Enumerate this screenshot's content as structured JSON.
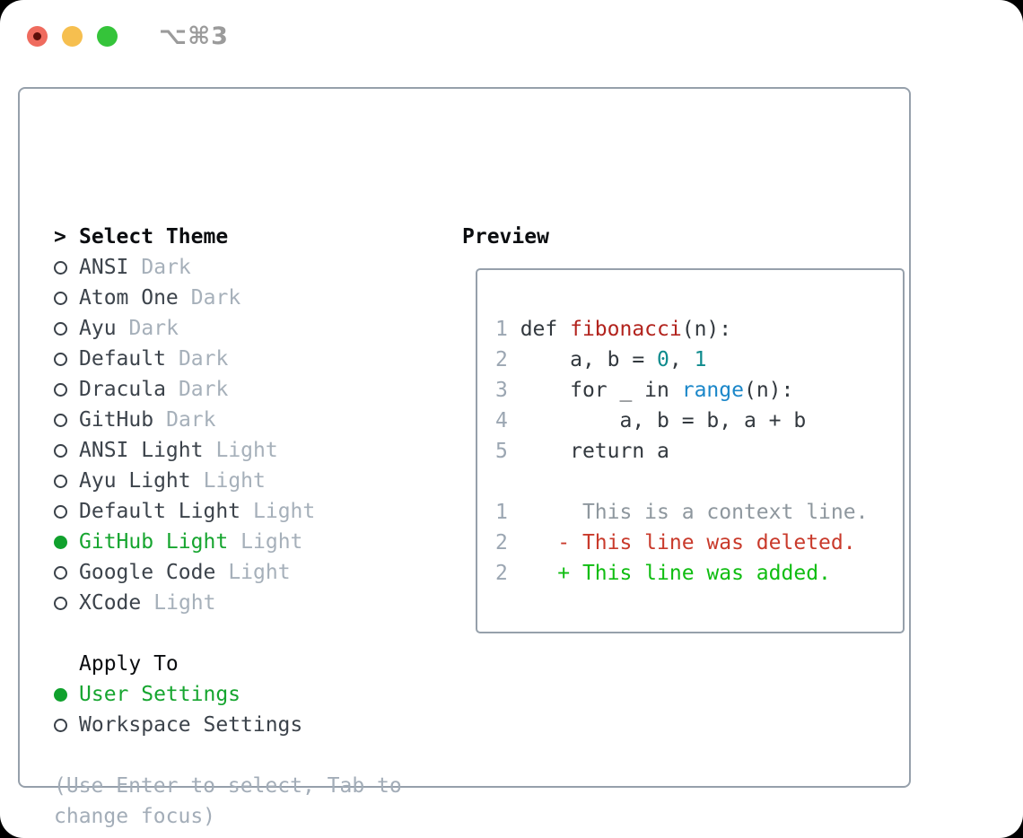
{
  "window": {
    "shortcut_label": "⌥⌘3",
    "traffic_lights": [
      "close",
      "minimize",
      "zoom"
    ]
  },
  "theme_picker": {
    "header": {
      "marker": ">",
      "label": "Select Theme"
    },
    "items": [
      {
        "name": "ANSI",
        "tag": "Dark",
        "selected": false
      },
      {
        "name": "Atom One",
        "tag": "Dark",
        "selected": false
      },
      {
        "name": "Ayu",
        "tag": "Dark",
        "selected": false
      },
      {
        "name": "Default",
        "tag": "Dark",
        "selected": false
      },
      {
        "name": "Dracula",
        "tag": "Dark",
        "selected": false
      },
      {
        "name": "GitHub",
        "tag": "Dark",
        "selected": false
      },
      {
        "name": "ANSI Light",
        "tag": "Light",
        "selected": false
      },
      {
        "name": "Ayu Light",
        "tag": "Light",
        "selected": false
      },
      {
        "name": "Default Light",
        "tag": "Light",
        "selected": false
      },
      {
        "name": "GitHub Light",
        "tag": "Light",
        "selected": true
      },
      {
        "name": "Google Code",
        "tag": "Light",
        "selected": false
      },
      {
        "name": "XCode",
        "tag": "Light",
        "selected": false
      }
    ],
    "apply_to": {
      "label": "Apply To",
      "options": [
        {
          "name": "User Settings",
          "selected": true
        },
        {
          "name": "Workspace Settings",
          "selected": false
        }
      ]
    },
    "help_lines": [
      "(Use Enter to select, Tab to",
      "change focus)"
    ]
  },
  "preview": {
    "label": "Preview",
    "lines": [
      {
        "num": "1",
        "segs": [
          {
            "t": "def ",
            "c": "d"
          },
          {
            "t": "fibonacci",
            "c": "r"
          },
          {
            "t": "(n):",
            "c": "d"
          }
        ]
      },
      {
        "num": "2",
        "segs": [
          {
            "t": "    a, b = ",
            "c": "d"
          },
          {
            "t": "0",
            "c": "t"
          },
          {
            "t": ", ",
            "c": "d"
          },
          {
            "t": "1",
            "c": "t"
          }
        ]
      },
      {
        "num": "3",
        "segs": [
          {
            "t": "    for _ in ",
            "c": "d"
          },
          {
            "t": "range",
            "c": "b"
          },
          {
            "t": "(n):",
            "c": "d"
          }
        ]
      },
      {
        "num": "4",
        "segs": [
          {
            "t": "        a, b = b, a + b",
            "c": "d"
          }
        ]
      },
      {
        "num": "5",
        "segs": [
          {
            "t": "    return a",
            "c": "d"
          }
        ]
      },
      {
        "blank": true
      },
      {
        "num": "1",
        "segs": [
          {
            "t": "     This is a context line.",
            "c": "g"
          }
        ]
      },
      {
        "num": "2",
        "segs": [
          {
            "t": "   - This line was deleted.",
            "c": "del"
          }
        ]
      },
      {
        "num": "2",
        "segs": [
          {
            "t": "   + This line was added.",
            "c": "add"
          }
        ]
      }
    ]
  },
  "colors": {
    "panel_border": "#96a0ab",
    "selected_green": "#16a52f",
    "added_green": "#0fbd11",
    "deleted_red": "#c93a2b",
    "function_red": "#b2231d",
    "builtin_blue": "#1b87c9",
    "number_teal": "#0f8b8d",
    "muted_gray": "#a6b0ba",
    "traffic_red": "#ef6b5e",
    "traffic_yellow": "#f6bf4f",
    "traffic_green": "#35c43a"
  }
}
